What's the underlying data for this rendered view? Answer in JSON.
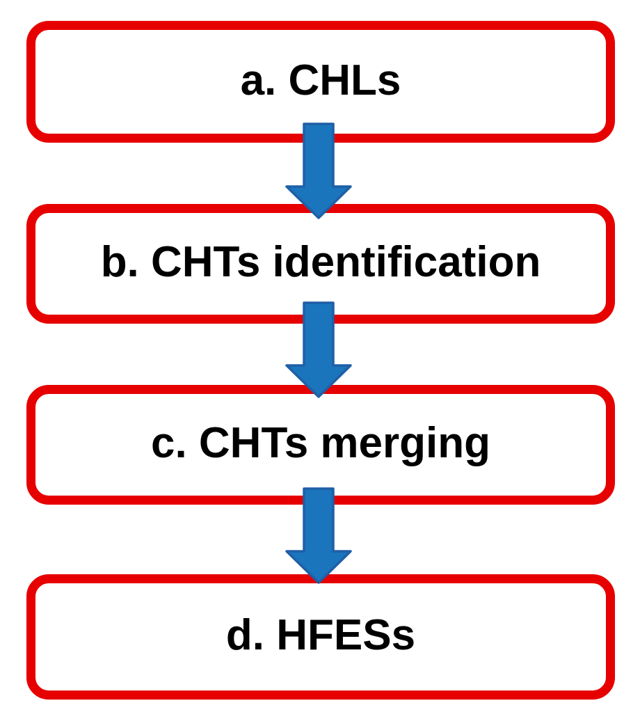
{
  "diagram": {
    "type": "flowchart",
    "direction": "top-down",
    "steps": [
      {
        "id": "a",
        "label": "a. CHLs"
      },
      {
        "id": "b",
        "label": "b. CHTs identification"
      },
      {
        "id": "c",
        "label": "c. CHTs merging"
      },
      {
        "id": "d",
        "label": "d. HFESs"
      }
    ],
    "connectors": [
      {
        "from": "a",
        "to": "b",
        "shape": "block-arrow-down"
      },
      {
        "from": "b",
        "to": "c",
        "shape": "block-arrow-down"
      },
      {
        "from": "c",
        "to": "d",
        "shape": "block-arrow-down"
      }
    ],
    "colors": {
      "box_border": "#e60000",
      "box_background": "#ffffff",
      "text": "#000000",
      "arrow_fill": "#1b75bc",
      "arrow_stroke": "#1f5fa6"
    }
  }
}
